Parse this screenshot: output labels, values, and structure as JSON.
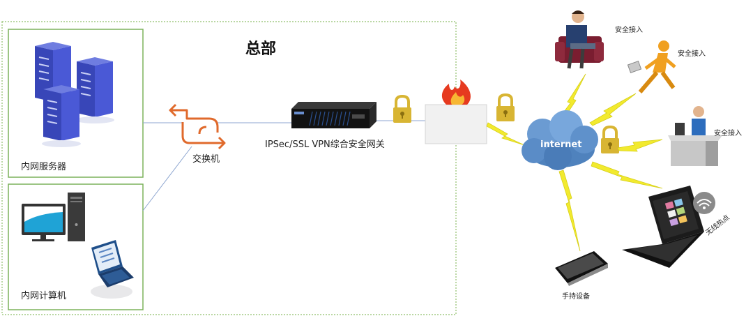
{
  "headquarters": {
    "title": "总部"
  },
  "nodes": {
    "servers": {
      "label": "内网服务器"
    },
    "computers": {
      "label": "内网计算机"
    },
    "switch": {
      "label": "交换机"
    },
    "gateway": {
      "label": "IPSec/SSL VPN综合安全网关"
    },
    "internet": {
      "label": "internet"
    }
  },
  "remote_access": [
    {
      "label": "安全接入"
    },
    {
      "label": "安全接入"
    },
    {
      "label": "安全接入"
    }
  ],
  "devices": {
    "handheld": {
      "label": "手持设备"
    },
    "hotspot": {
      "label": "无线热点"
    }
  },
  "colors": {
    "group_border": "#7cb25b",
    "server_blue": "#3f4fc9",
    "switch_orange": "#e06a2c",
    "lightning": "#f2ea2e",
    "lock": "#d8b533",
    "cloud": "#5b8dc6"
  }
}
